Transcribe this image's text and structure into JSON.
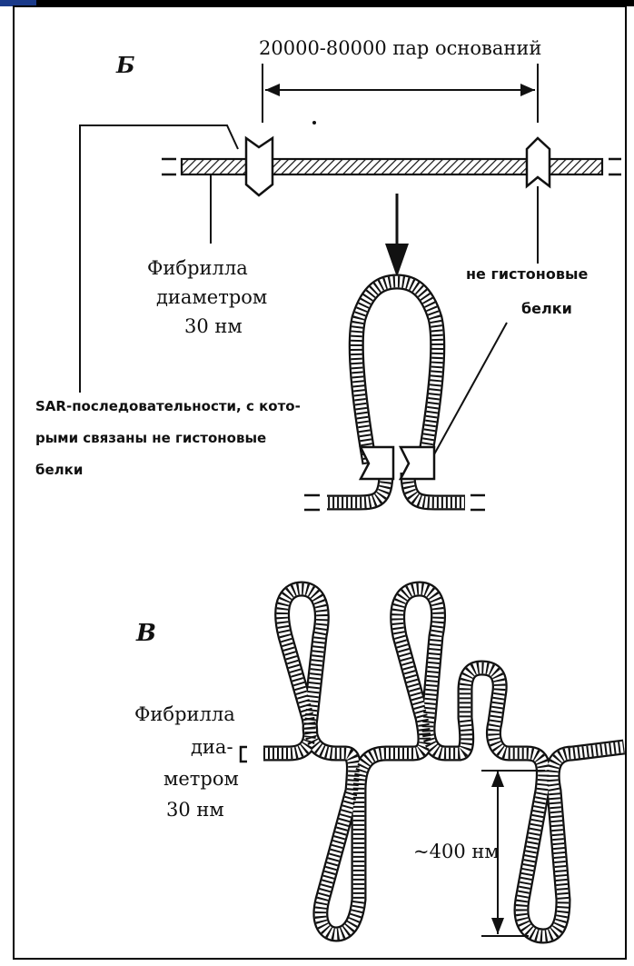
{
  "panel_b": {
    "letter": "Б",
    "span_label": "20000-80000 пар оснований",
    "fibril_label": [
      "Фибрилла",
      "диаметром",
      "30 нм"
    ],
    "nonhistone_label": [
      "не гистоновые",
      "белки"
    ],
    "sar_label": [
      "SAR-последовательности, с кото-",
      "рыми связаны не гистоновые",
      "белки"
    ]
  },
  "panel_v": {
    "letter": "В",
    "fibril_label": [
      "Фибрилла",
      "диа-",
      "метром",
      "30 нм"
    ],
    "loop_size_label": "~400 нм"
  },
  "colors": {
    "ink": "#111111",
    "background": "#ffffff",
    "top_bar": "#000000",
    "top_bar_mark": "#1a3a8a"
  }
}
